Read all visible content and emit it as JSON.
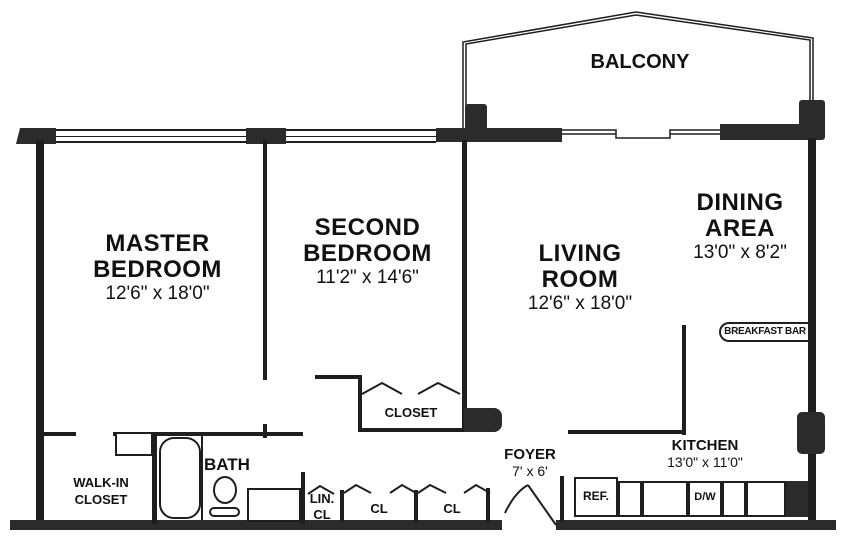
{
  "plan": {
    "rooms": {
      "balcony": {
        "name": "BALCONY"
      },
      "master_bedroom": {
        "name_line1": "MASTER",
        "name_line2": "BEDROOM",
        "dimensions": "12'6\" x 18'0\""
      },
      "second_bedroom": {
        "name_line1": "SECOND",
        "name_line2": "BEDROOM",
        "dimensions": "11'2\" x 14'6\""
      },
      "living_room": {
        "name_line1": "LIVING",
        "name_line2": "ROOM",
        "dimensions": "12'6\" x 18'0\""
      },
      "dining_area": {
        "name_line1": "DINING",
        "name_line2": "AREA",
        "dimensions": "13'0\" x 8'2\""
      },
      "kitchen": {
        "name": "KITCHEN",
        "dimensions": "13'0\" x 11'0\""
      },
      "foyer": {
        "name": "FOYER",
        "dimensions": "7' x 6'"
      },
      "bath": {
        "name": "BATH"
      },
      "walk_in_closet": {
        "name_line1": "WALK-IN",
        "name_line2": "CLOSET"
      },
      "closet": {
        "name": "CLOSET"
      },
      "linen_closet": {
        "name_line1": "LIN.",
        "name_line2": "CL"
      },
      "closet_1": {
        "name": "CL"
      },
      "closet_2": {
        "name": "CL"
      }
    },
    "fixtures": {
      "breakfast_bar": "BREAKFAST BAR",
      "refrigerator": "REF.",
      "dishwasher": "D/W"
    },
    "colors": {
      "wall": "#1e1e1e",
      "background": "#ffffff"
    }
  }
}
